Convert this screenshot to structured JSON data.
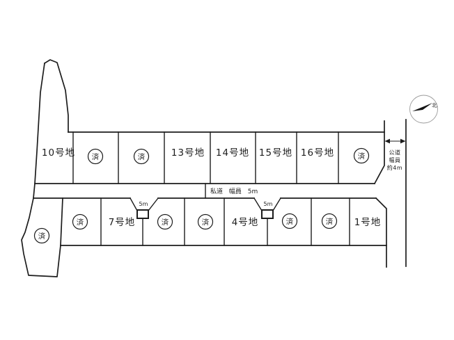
{
  "lots": {
    "top_row": [
      {
        "label": "10号地",
        "status": "available"
      },
      {
        "label": "済",
        "status": "sold"
      },
      {
        "label": "済",
        "status": "sold"
      },
      {
        "label": "13号地",
        "status": "available"
      },
      {
        "label": "14号地",
        "status": "available"
      },
      {
        "label": "15号地",
        "status": "available"
      },
      {
        "label": "16号地",
        "status": "available"
      },
      {
        "label": "済",
        "status": "sold"
      }
    ],
    "bottom_row": [
      {
        "label": "済",
        "status": "sold"
      },
      {
        "label": "済",
        "status": "sold"
      },
      {
        "label": "7号地",
        "status": "available"
      },
      {
        "label": "済",
        "status": "sold"
      },
      {
        "label": "済",
        "status": "sold"
      },
      {
        "label": "4号地",
        "status": "available"
      },
      {
        "label": "済",
        "status": "sold"
      },
      {
        "label": "済",
        "status": "sold"
      },
      {
        "label": "1号地",
        "status": "available"
      }
    ]
  },
  "roads": {
    "private_road_label": "私道 幅員 5m",
    "public_road_label": [
      "公道",
      "幅員",
      "約4m"
    ],
    "width_markers": [
      "5m",
      "5m"
    ]
  },
  "compass": {
    "north_label": "北"
  },
  "colors": {
    "line": "#1c1c1c",
    "background": "#ffffff"
  }
}
